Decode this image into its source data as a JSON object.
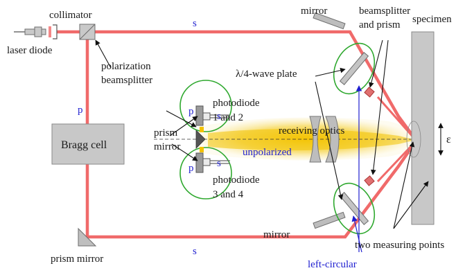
{
  "labels": {
    "collimator": "collimator",
    "laser_diode": "laser diode",
    "polarization_beamsplitter_1": "polarization",
    "polarization_beamsplitter_2": "beamsplitter",
    "s_top": "s",
    "p_left": "p",
    "bragg_cell": "Bragg cell",
    "prism_mirror_bottom": "prism mirror",
    "s_bottom": "s",
    "photodiode_12_line1": "photodiode",
    "photodiode_12_line2": "1 and 2",
    "photodiode_34_line1": "photodiode",
    "photodiode_34_line2": "3 and 4",
    "p_upper": "p",
    "s_upper": "s",
    "p_lower": "p",
    "s_lower": "s",
    "prism": "prism",
    "mirror_left": "mirror",
    "receiving_optics": "receiving optics",
    "unpolarized": "unpolarized",
    "wave_plate": "λ/4-wave plate",
    "mirror_top": "mirror",
    "mirror_bottom": "mirror",
    "beamsplitter_and_prism_1": "beamsplitter",
    "beamsplitter_and_prism_2": "and prism",
    "specimen": "specimen",
    "epsilon": "ε",
    "two_measuring_points": "two measuring points",
    "left_circular": "left-circular"
  },
  "colors": {
    "laser_beam": "#f06a6a",
    "highlight_circle": "#2ea82e",
    "blue_text": "#1f1fd0",
    "received_light": "#f3cf2a"
  }
}
